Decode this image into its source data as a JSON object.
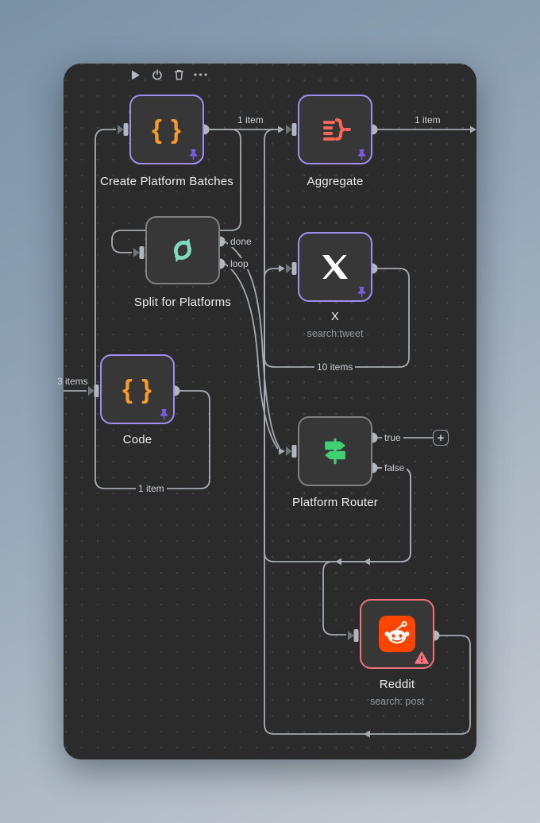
{
  "app": {
    "name": "workflow-canvas"
  },
  "toolbar": {
    "icons": [
      "play",
      "power",
      "trash",
      "ellipsis"
    ]
  },
  "plus_button": {
    "glyph": "+"
  },
  "icon_glyphs": {
    "braces": "{ }"
  },
  "nodes": [
    {
      "title": "Create Platform Batches",
      "icon": "code-braces",
      "selected": true,
      "pinned": true
    },
    {
      "title": "Aggregate",
      "icon": "aggregate",
      "selected": true,
      "pinned": true
    },
    {
      "title": "Split for Platforms",
      "icon": "loop",
      "selected": false,
      "outputs": [
        {
          "label": "done"
        },
        {
          "label": "loop"
        }
      ]
    },
    {
      "title": "X",
      "subtitle": "search:tweet",
      "icon": "x-logo",
      "selected": true,
      "pinned": true
    },
    {
      "title": "Code",
      "icon": "code-braces",
      "selected": true,
      "pinned": true
    },
    {
      "title": "Platform Router",
      "icon": "signpost",
      "selected": false,
      "outputs": [
        {
          "label": "true"
        },
        {
          "label": "false"
        }
      ]
    },
    {
      "title": "Reddit",
      "subtitle": "search: post",
      "icon": "reddit",
      "selected": false,
      "error": true
    }
  ],
  "edges": [
    {
      "from": "offscreen-left",
      "to": "Code",
      "label": "3 items"
    },
    {
      "from": "Code",
      "to": "Create Platform Batches",
      "label": "1 item"
    },
    {
      "from": "Create Platform Batches",
      "to": "Aggregate",
      "label": "1 item"
    },
    {
      "from": "Aggregate",
      "to": "offscreen-right",
      "label": "1 item"
    },
    {
      "from": "X",
      "to": "loop-back",
      "label": "10 items"
    },
    {
      "from": "Create Platform Batches",
      "to": "Split for Platforms",
      "label": ""
    },
    {
      "from": "Split for Platforms (done)",
      "to": "Platform Router",
      "label": ""
    },
    {
      "from": "Split for Platforms (loop)",
      "to": "Platform Router",
      "label": ""
    },
    {
      "from": "Platform Router (true)",
      "to": "add-node-plus",
      "label": ""
    },
    {
      "from": "Platform Router (false)",
      "to": "Reddit",
      "label": ""
    },
    {
      "from": "Reddit",
      "to": "loop-back",
      "label": ""
    }
  ],
  "colors": {
    "panel_bg": "#2b2b2b",
    "node_bg": "#373737",
    "selected_border": "#a18df2",
    "default_border": "#808080",
    "error_border": "#f2727d",
    "edge": "#a6abb2",
    "code_icon": "#f79b2d",
    "aggregate_icon": "#fc6757",
    "loop_icon": "#83d9bd",
    "router_icon": "#41cf76",
    "reddit_icon": "#ff4500",
    "pin_icon": "#7a5ce0"
  }
}
